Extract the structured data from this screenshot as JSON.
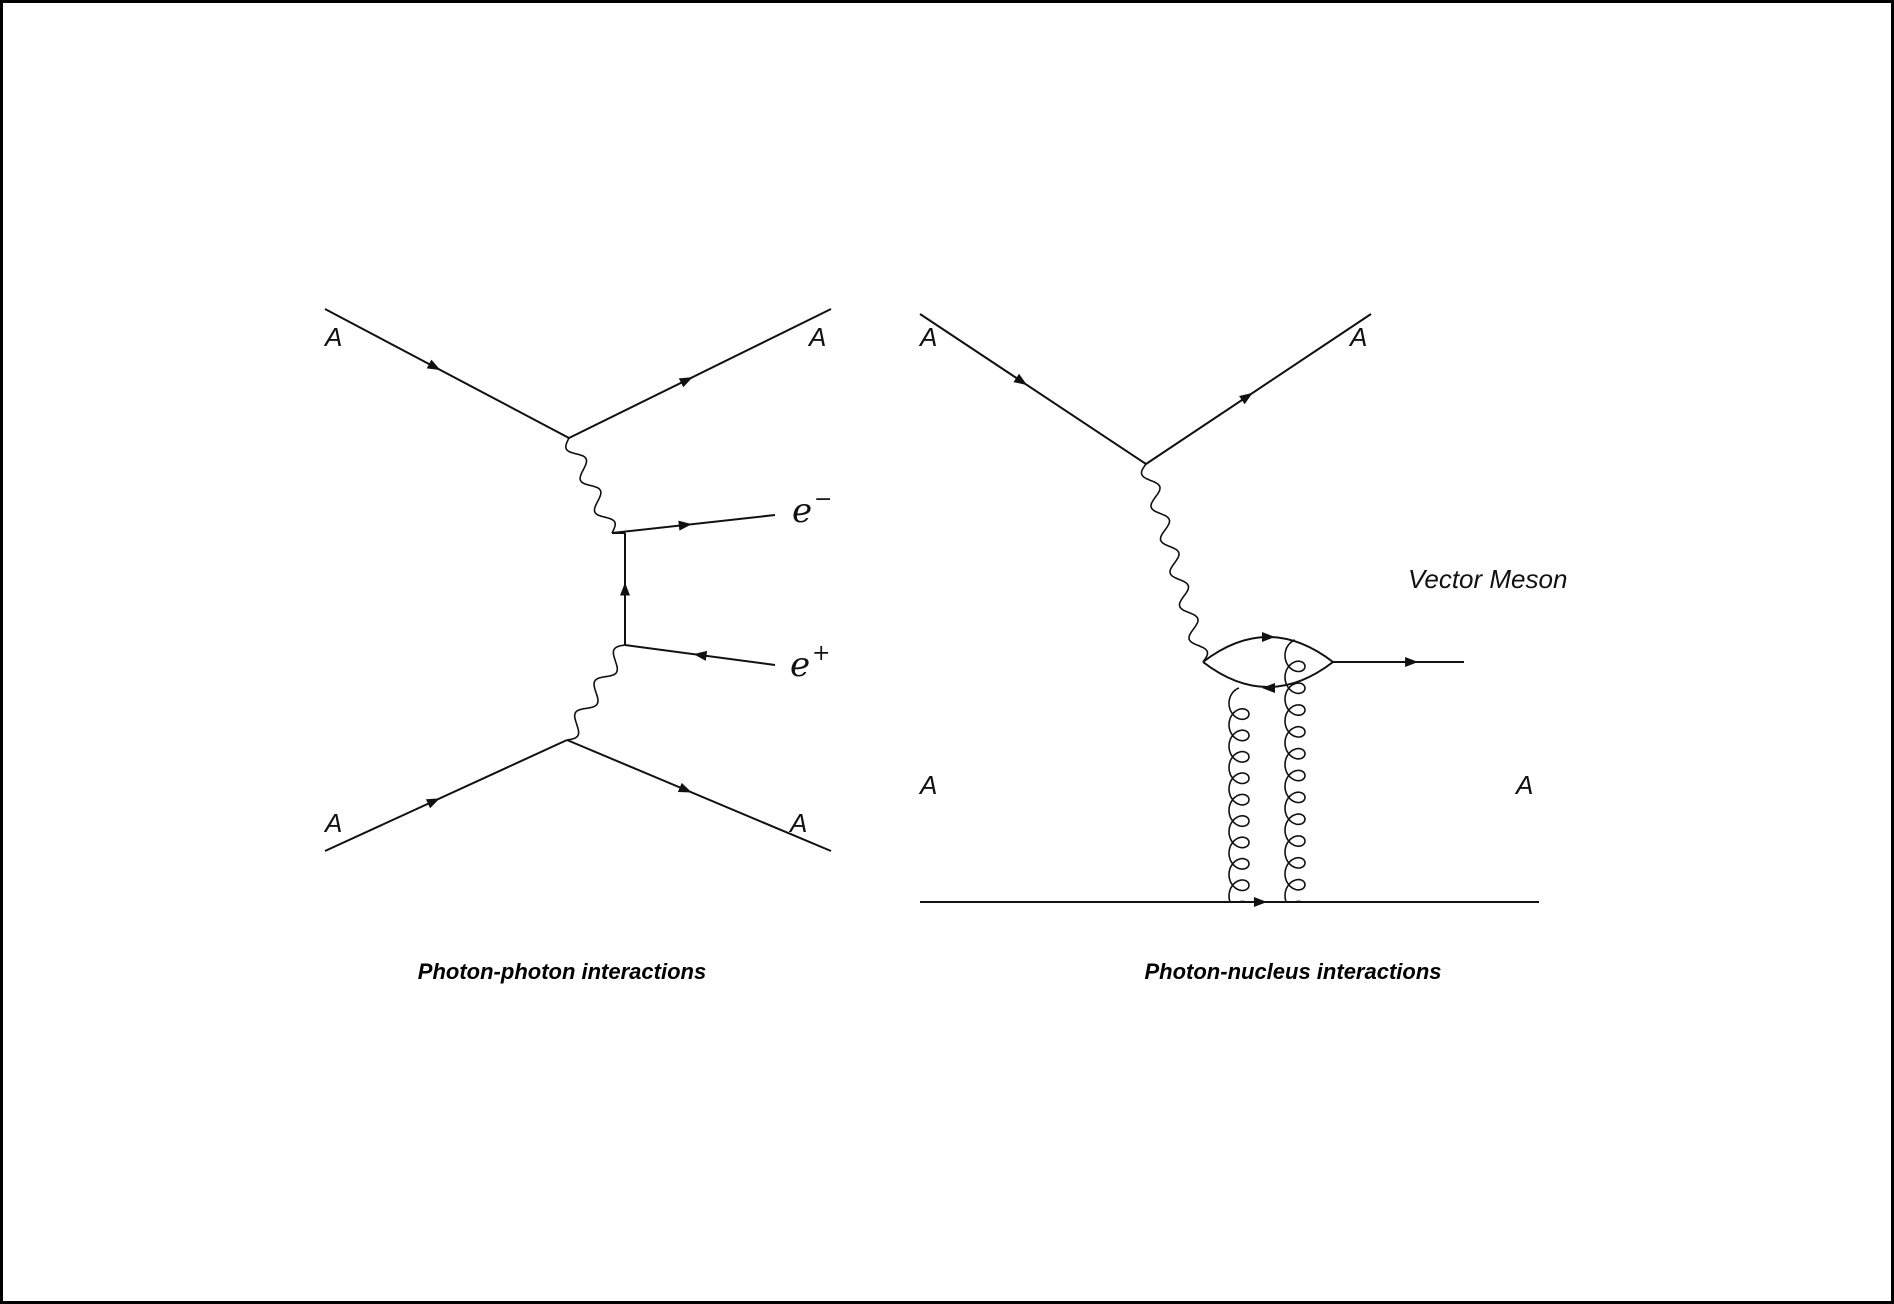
{
  "diagrams": [
    {
      "caption": "Photon-photon interactions",
      "labels": {
        "in_top": "A",
        "out_top": "A",
        "in_bottom": "A",
        "out_bottom": "A",
        "electron": "e",
        "electron_charge": "−",
        "positron": "e",
        "positron_charge": "+"
      }
    },
    {
      "caption": "Photon-nucleus interactions",
      "labels": {
        "in_top": "A",
        "out_top": "A",
        "in_bottom": "A",
        "out_bottom": "A",
        "meson": "Vector Meson"
      }
    }
  ],
  "colors": {
    "line": "#111111",
    "background": "#ffffff",
    "frame": "#000000"
  }
}
